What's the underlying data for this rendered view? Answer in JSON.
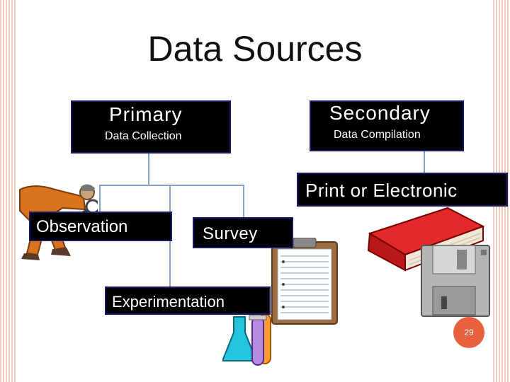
{
  "slide": {
    "title": "Data Sources",
    "page_number": "29"
  },
  "primary": {
    "label": "Primary",
    "sub": "Data Collection"
  },
  "secondary": {
    "label": "Secondary",
    "sub": "Data Compilation"
  },
  "nodes": {
    "print_electronic": "Print or Electronic",
    "observation": "Observation",
    "survey": "Survey",
    "experimentation": "Experimentation"
  },
  "icons": [
    "inspector-with-magnifier-icon",
    "clipboard-icon",
    "book-icon",
    "floppy-disk-icon",
    "test-tubes-icon"
  ],
  "colors": {
    "border_stripe": "#f6c9b6",
    "box": "#000000",
    "connector": "#7fa3cc",
    "page_badge": "#e8603c"
  }
}
